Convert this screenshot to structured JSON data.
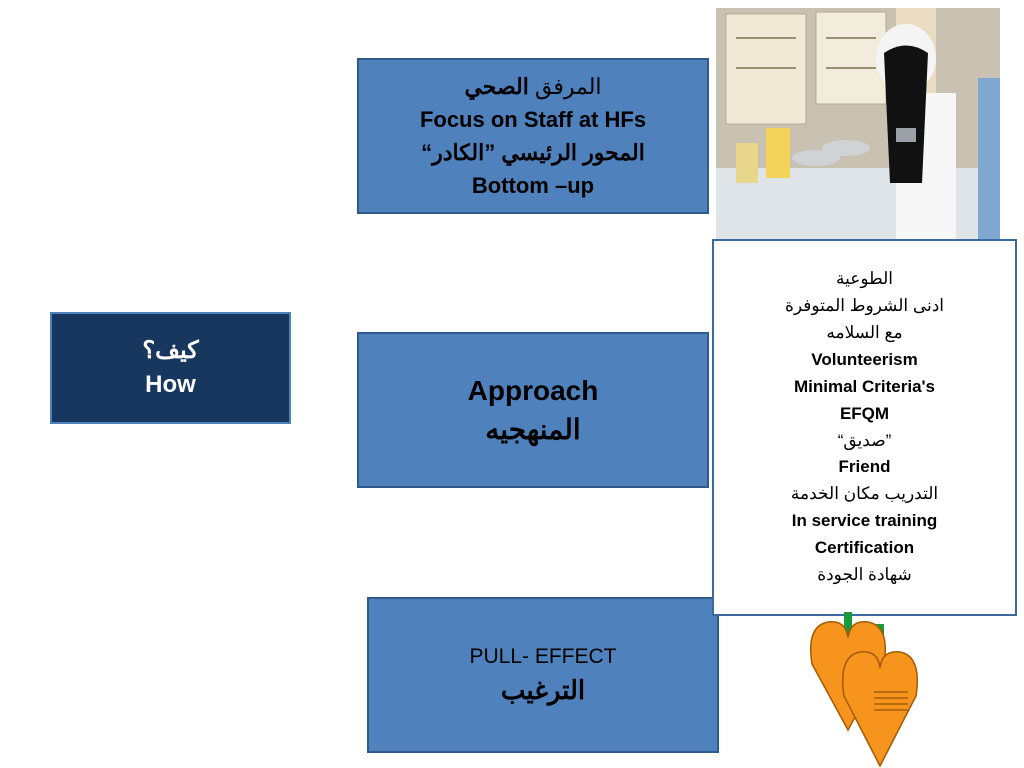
{
  "how_box": {
    "arabic": "كيف؟",
    "english": "How"
  },
  "focus_box": {
    "line1_regular": "المرفق",
    "line1_bold": "الصحي",
    "line2": "Focus on Staff at HFs",
    "line3": "المحور الرئيسي ”الكادر“",
    "line4": "Bottom –up"
  },
  "approach_box": {
    "english": "Approach",
    "arabic": "المنهجيه"
  },
  "pull_box": {
    "english": "PULL- EFFECT",
    "arabic": "الترغيب"
  },
  "criteria_box": {
    "items": [
      "الطوعية",
      "ادنى الشروط المتوفرة",
      "مع السلامه",
      "Volunteerism",
      "Minimal Criteria's",
      "EFQM",
      "”صديق“",
      "Friend",
      "التدريب مكان الخدمة",
      "In service training",
      "Certification",
      "شهادة الجودة"
    ]
  },
  "colors": {
    "box_blue": "#4f81bd",
    "box_navy": "#17375e",
    "leaf_orange": "#f7941d",
    "stem_green": "#1a9a3a"
  }
}
